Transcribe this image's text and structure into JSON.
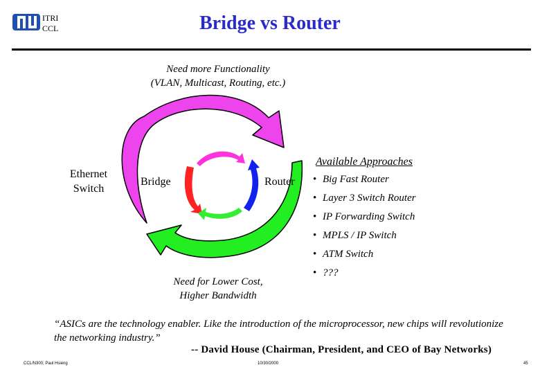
{
  "header": {
    "org_line1": "ITRI",
    "org_line2": "CCL",
    "title": "Bridge vs Router"
  },
  "diagram": {
    "top_caption_line1": "Need more Functionality",
    "top_caption_line2": "(VLAN, Multicast, Routing, etc.)",
    "bottom_caption_line1": "Need for Lower Cost,",
    "bottom_caption_line2": "Higher Bandwidth",
    "ethernet_line1": "Ethernet",
    "ethernet_line2": "Switch",
    "bridge_label": "Bridge",
    "router_label": "Router",
    "colors": {
      "outer_top": "#ee44ee",
      "outer_bottom": "#22ee22",
      "inner_top": "#ff33dd",
      "inner_left": "#ff2222",
      "inner_right": "#1122ee",
      "inner_bottom": "#33ee33",
      "title": "#2b2bcc"
    }
  },
  "approaches": {
    "heading": "Available Approaches",
    "items": [
      "Big Fast Router",
      "Layer 3 Switch Router",
      "IP Forwarding Switch",
      "MPLS / IP Switch",
      "ATM Switch",
      "???"
    ]
  },
  "quote": {
    "text": "“ASICs are the technology enabler.  Like the introduction of the microprocessor, new chips will revolutionize the networking industry.”",
    "attribution": "-- David House (Chairman, President, and CEO of Bay Networks)"
  },
  "footer": {
    "left": "CCL/N300; Paul Hsieng",
    "middle": "10/30/2000",
    "right": "45"
  }
}
